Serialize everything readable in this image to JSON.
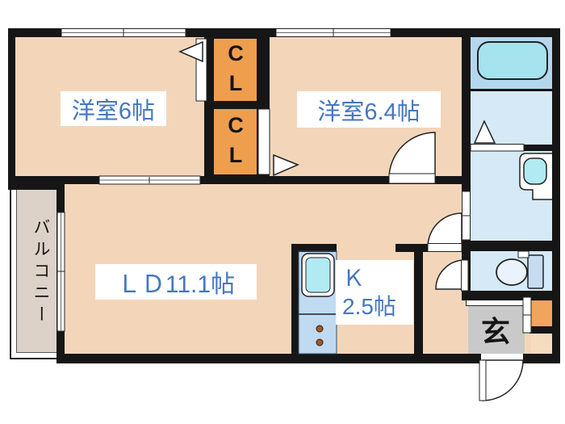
{
  "floorplan": {
    "title": "1LDK apartment floor plan",
    "rooms": {
      "bedroom1": {
        "label": "洋室6帖"
      },
      "bedroom2": {
        "label": "洋室6.4帖"
      },
      "living_dining": {
        "label": "ＬＤ11.1帖"
      },
      "kitchen": {
        "label": "Ｋ",
        "size_label": "2.5帖"
      },
      "closet_top": {
        "label": "CL"
      },
      "closet_bottom": {
        "label": "CL"
      },
      "balcony": {
        "label": "バルコニー"
      },
      "entrance": {
        "label": "玄"
      }
    },
    "fixtures": {
      "bathtub": "bathtub-icon",
      "washbasin": "washbasin-icon",
      "toilet": "toilet-icon",
      "kitchen_sink": "kitchen-sink-icon",
      "stove_knobs": "stove-knobs-icon",
      "door_swings": "quarter-circle-door-arcs",
      "triangles": "door-direction-triangles"
    },
    "colors": {
      "room_floor": "#f3d6ba",
      "closet_orange": "#ef9e4e",
      "label_blue": "#4577c0",
      "wall_black": "#161616",
      "bath_blue": "#b5d7ee",
      "sanitary_blue": "#d6e9f7",
      "tub_cyan": "#a5e3ee",
      "kitchen_counter_blue": "#bfdaf1",
      "sink_cyan": "#b2eaf2",
      "entrance_gray": "#c9c9c9",
      "balcony_beige": "#dcd2c7",
      "shoebox_orange": "#f0a45c",
      "knob_brown": "#a9571b"
    }
  }
}
